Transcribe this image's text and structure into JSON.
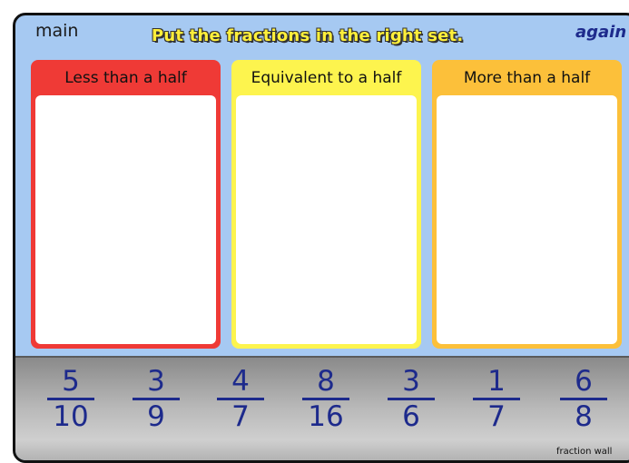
{
  "header": {
    "main_label": "main",
    "title": "Put the fractions in the right set.",
    "again_label": "again"
  },
  "sets": [
    {
      "label": "Less than a half",
      "color": "#ef3a36"
    },
    {
      "label": "Equivalent to a half",
      "color": "#fdf44e"
    },
    {
      "label": "More than a half",
      "color": "#fcc03a"
    }
  ],
  "fractions": [
    {
      "num": "5",
      "den": "10"
    },
    {
      "num": "3",
      "den": "9"
    },
    {
      "num": "4",
      "den": "7"
    },
    {
      "num": "8",
      "den": "16"
    },
    {
      "num": "3",
      "den": "6"
    },
    {
      "num": "1",
      "den": "7"
    },
    {
      "num": "6",
      "den": "8"
    }
  ],
  "footer": {
    "fraction_wall_label": "fraction wall"
  }
}
